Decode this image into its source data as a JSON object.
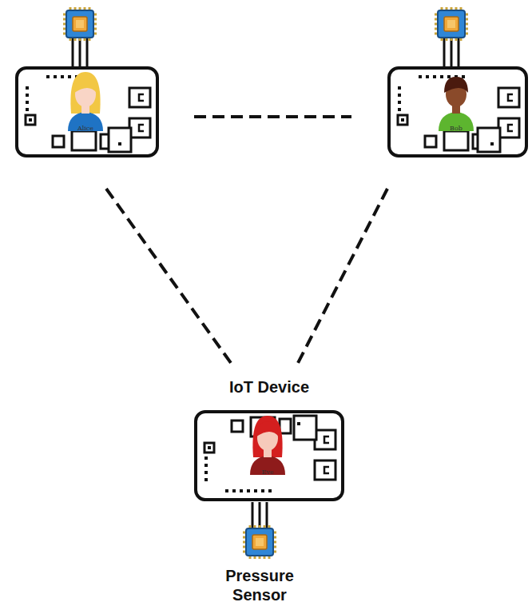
{
  "diagram": {
    "nodes": [
      {
        "text": [
          "Alice"
        ]
      },
      {
        "text": [
          "Bob"
        ]
      },
      {
        "text": [
          "IoT Device",
          "Eve"
        ]
      }
    ],
    "edges": [
      {
        "from": 0,
        "to": 1,
        "arrow": "none"
      },
      {
        "from": 0,
        "to": 2,
        "arrow": "none"
      },
      {
        "from": 1,
        "to": 2,
        "arrow": "none"
      }
    ],
    "labels": [
      "Pressure Sensor"
    ]
  }
}
